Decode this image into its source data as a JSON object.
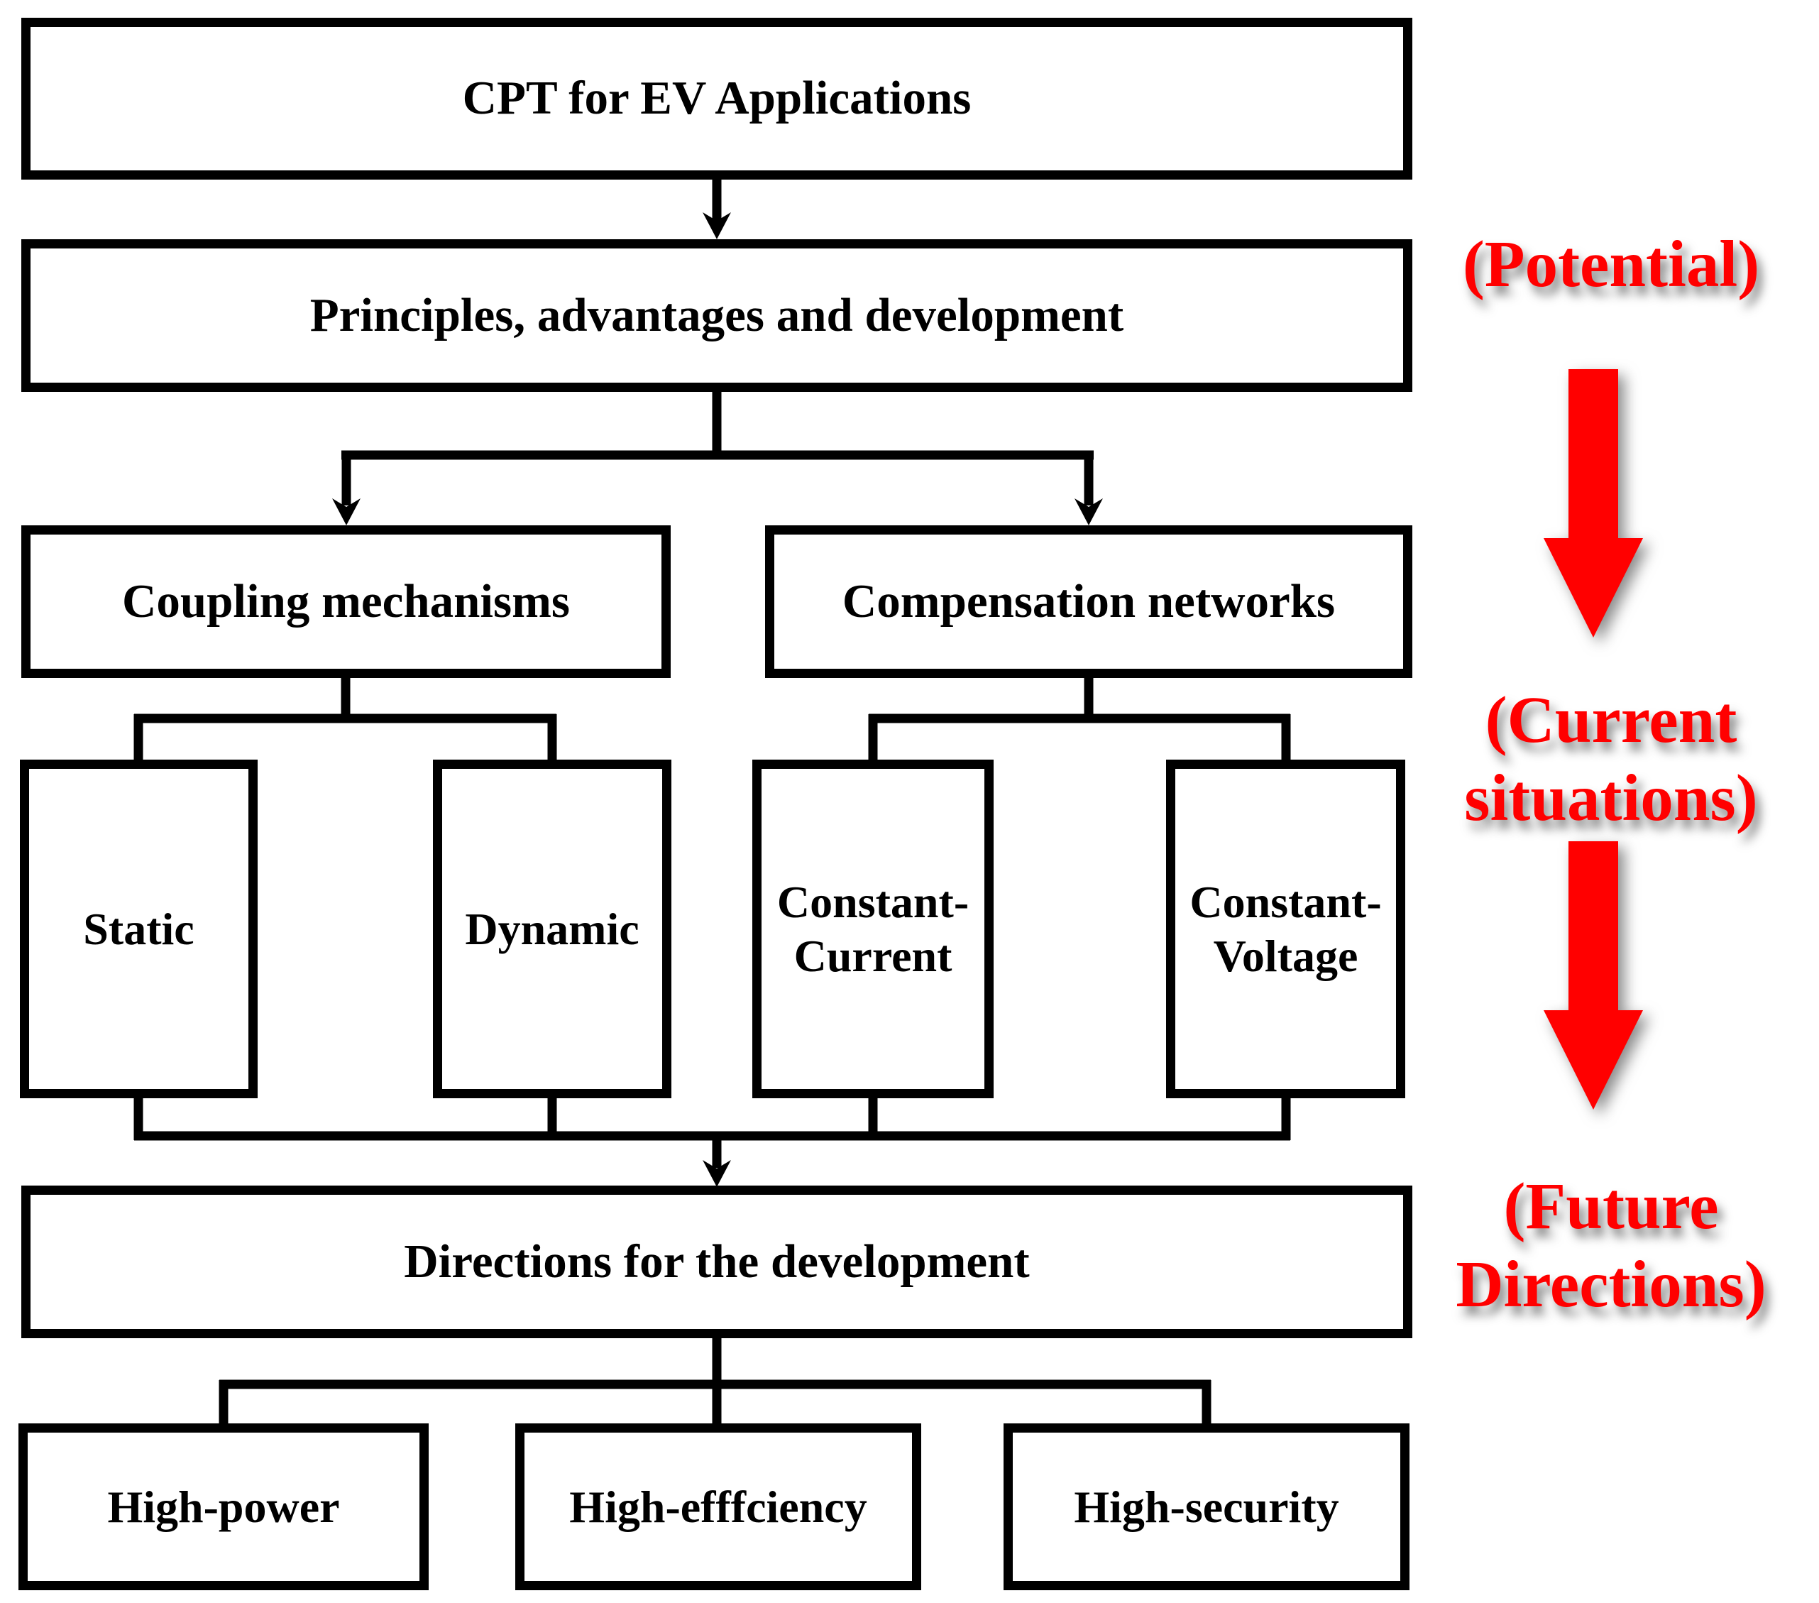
{
  "diagram": {
    "nodes": {
      "root": "CPT for EV Applications",
      "principles": "Principles, advantages and development",
      "coupling": "Coupling mechanisms",
      "compensation": "Compensation networks",
      "static": "Static",
      "dynamic": "Dynamic",
      "constant_current": "Constant-Current",
      "constant_voltage": "Constant-Voltage",
      "directions": "Directions for the development",
      "high_power": "High-power",
      "high_efficiency": "High-efffciency",
      "high_security": "High-security"
    },
    "annotations": {
      "potential": "(Potential)",
      "current_situations": "(Current situations)",
      "future_directions": "(Future Directions)"
    },
    "colors": {
      "annotation_red": "#ff0000",
      "line_black": "#000000",
      "background": "#ffffff"
    }
  }
}
